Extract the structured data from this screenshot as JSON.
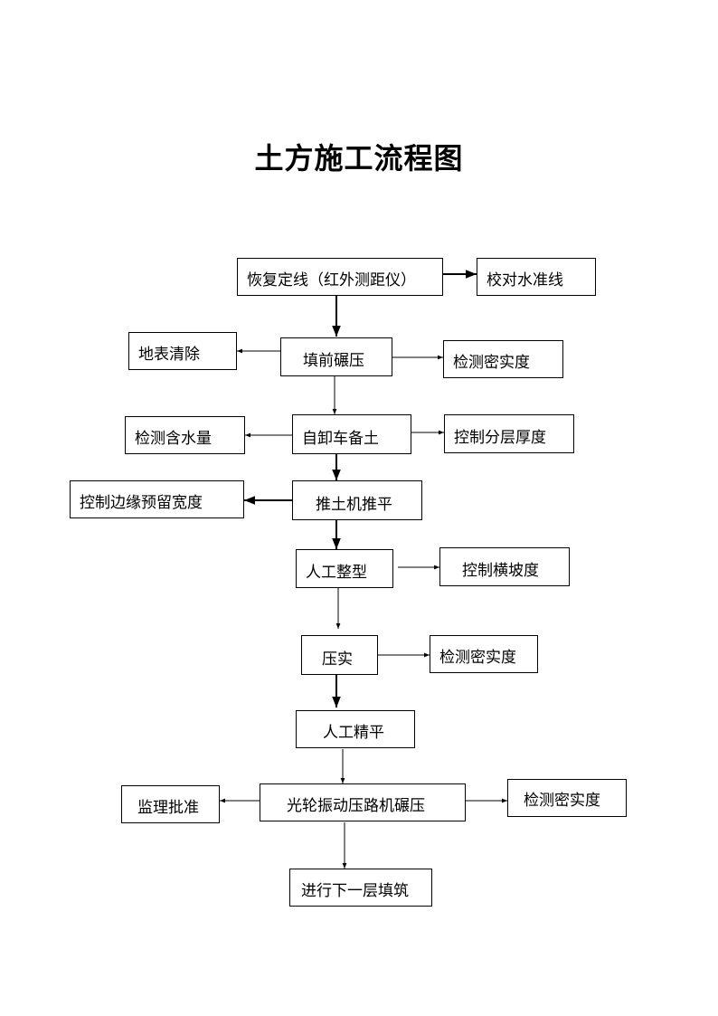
{
  "title": "土方施工流程图",
  "nodes": {
    "restore_line": "恢复定线（红外测距仪）",
    "calibrate_level": "校对水准线",
    "surface_clear": "地表清除",
    "pre_fill_compact": "填前碾压",
    "density_1": "检测密实度",
    "moisture_test": "检测含水量",
    "dump_truck": "自卸车备土",
    "layer_thickness": "控制分层厚度",
    "edge_width": "控制边缘预留宽度",
    "bulldozer": "推土机推平",
    "manual_shape": "人工整型",
    "cross_slope": "控制横坡度",
    "compact": "压实",
    "density_2": "检测密实度",
    "manual_level": "人工精平",
    "vibro_roller": "光轮振动压路机碾压",
    "supervisor": "监理批准",
    "density_3": "检测密实度",
    "next_layer": "进行下一层填筑"
  }
}
